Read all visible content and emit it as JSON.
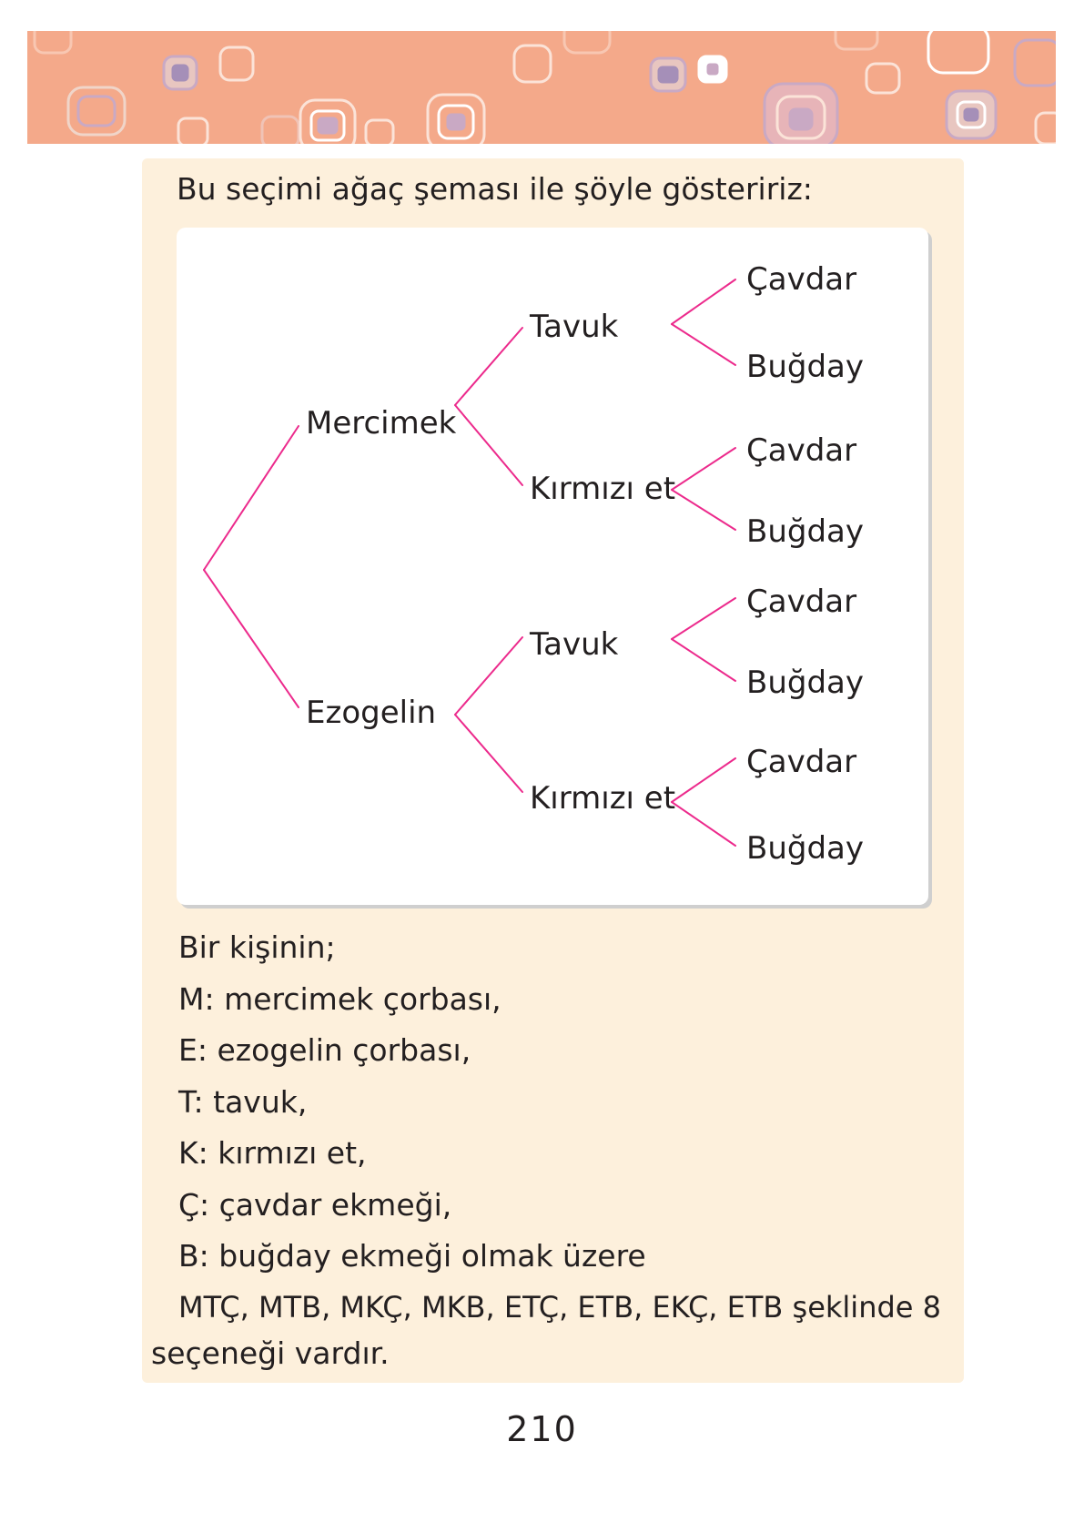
{
  "intro": "Bu seçimi ağaç şeması ile şöyle gösteririz:",
  "tree": {
    "level1": [
      "Mercimek",
      "Ezogelin"
    ],
    "level2": [
      "Tavuk",
      "Kırmızı et",
      "Tavuk",
      "Kırmızı et"
    ],
    "level3": [
      "Çavdar",
      "Buğday",
      "Çavdar",
      "Buğday",
      "Çavdar",
      "Buğday",
      "Çavdar",
      "Buğday"
    ]
  },
  "legend": {
    "intro": "Bir kişinin;",
    "items": [
      "M: mercimek çorbası,",
      "E: ezogelin çorbası,",
      "T: tavuk,",
      "K: kırmızı et,",
      "Ç: çavdar ekmeği,",
      "B: buğday ekmeği olmak üzere"
    ]
  },
  "conclusion": {
    "line1": "MTÇ, MTB, MKÇ, MKB, ETÇ, ETB, EKÇ, ETB şeklinde 8",
    "line2": "seçeneği vardır."
  },
  "page_number": "210",
  "colors": {
    "banner": "#f4a98a",
    "panel": "#fdf0dc",
    "branch": "#ec2a8c"
  }
}
